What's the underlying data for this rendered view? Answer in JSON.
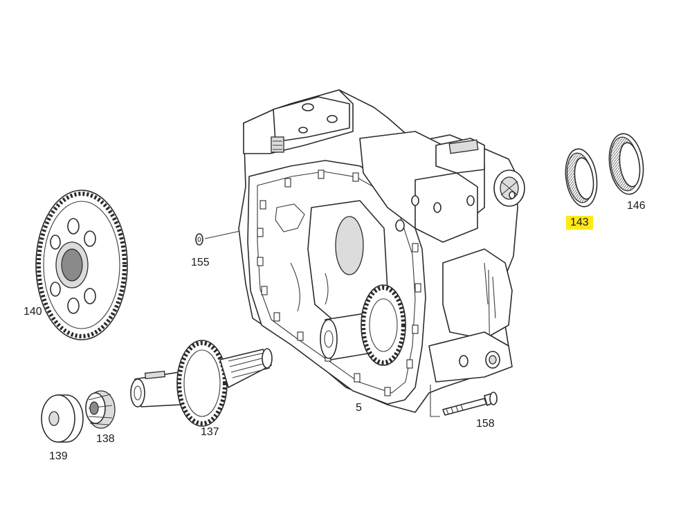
{
  "diagram": {
    "highlight_color": "#ffe81a",
    "callouts": [
      {
        "id": "140",
        "text": "140"
      },
      {
        "id": "139",
        "text": "139"
      },
      {
        "id": "138",
        "text": "138"
      },
      {
        "id": "137",
        "text": "137"
      },
      {
        "id": "155",
        "text": "155"
      },
      {
        "id": "5",
        "text": "5"
      },
      {
        "id": "158",
        "text": "158"
      },
      {
        "id": "143",
        "text": "143",
        "highlighted": true
      },
      {
        "id": "146",
        "text": "146"
      }
    ],
    "parts": {
      "140": "large-spur-gear",
      "139": "thrust-washer",
      "138": "needle-bearing",
      "137": "input-shaft-gear",
      "155": "washer",
      "5": "transfer-case-housing",
      "158": "bolt",
      "143": "radial-seal-ring",
      "146": "radial-seal-ring-outer"
    }
  }
}
